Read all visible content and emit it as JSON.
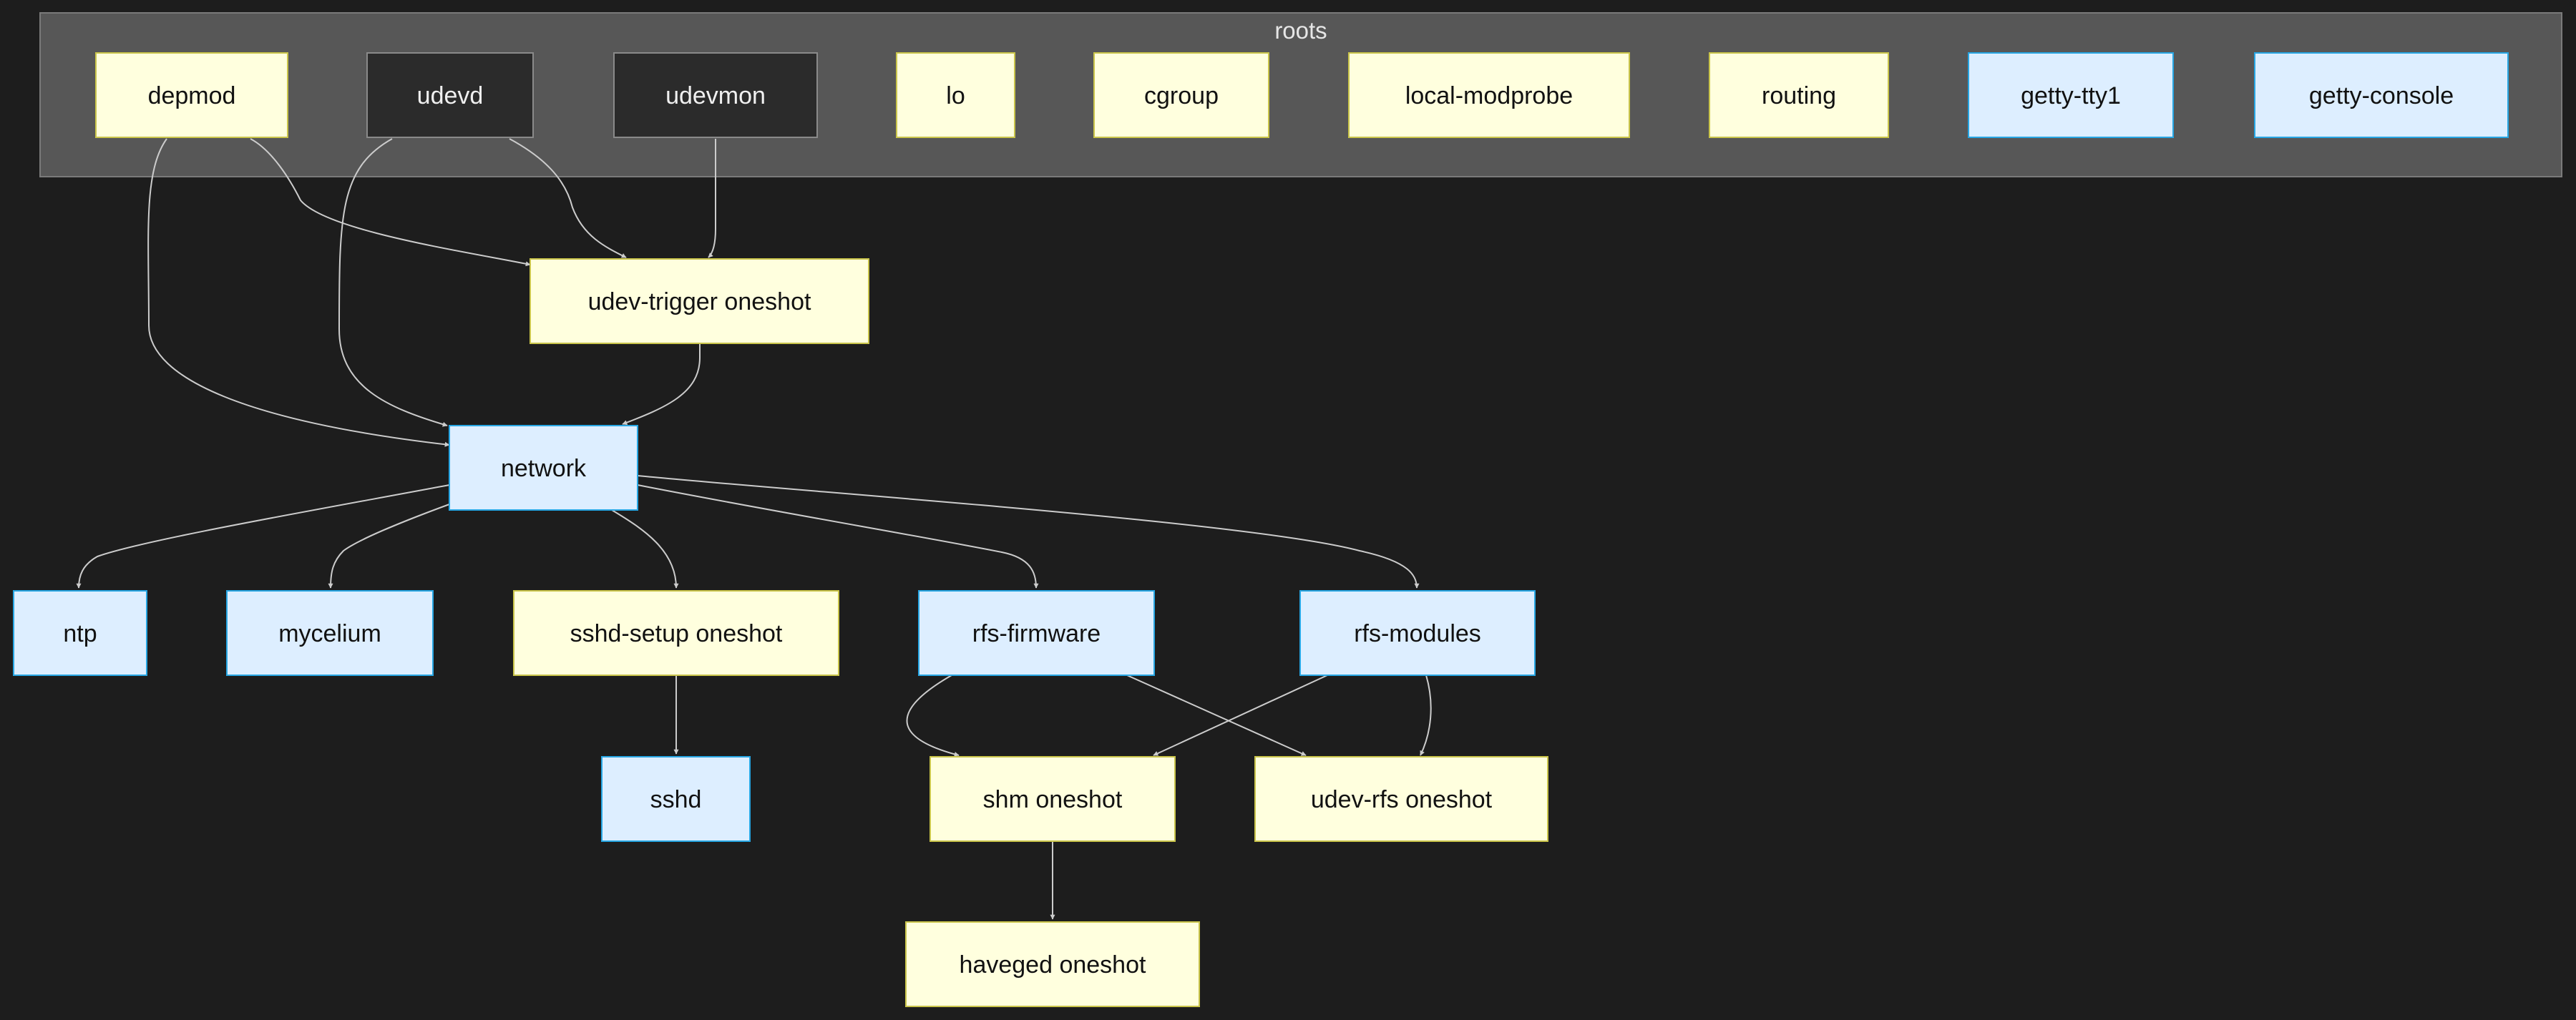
{
  "cluster": {
    "label": "roots"
  },
  "colors": {
    "background": "#1d1d1d",
    "cluster_fill": "#575757",
    "cluster_stroke": "#7a7a7a",
    "cluster_label": "#e6e6e6",
    "yellow_fill": "#ffffde",
    "yellow_stroke": "#c9c44a",
    "blue_fill": "#ddeeff",
    "blue_stroke": "#27a6e3",
    "dark_fill": "#2b2b2b",
    "dark_stroke": "#8a8a8a",
    "dark_text": "#f0f0f0",
    "node_text": "#111111",
    "edge": "#cccccc"
  },
  "nodes": [
    {
      "id": "depmod",
      "label": "depmod",
      "style": "yellow"
    },
    {
      "id": "udevd",
      "label": "udevd",
      "style": "dark"
    },
    {
      "id": "udevmon",
      "label": "udevmon",
      "style": "dark"
    },
    {
      "id": "lo",
      "label": "lo",
      "style": "yellow"
    },
    {
      "id": "cgroup",
      "label": "cgroup",
      "style": "yellow"
    },
    {
      "id": "local-modprobe",
      "label": "local-modprobe",
      "style": "yellow"
    },
    {
      "id": "routing",
      "label": "routing",
      "style": "yellow"
    },
    {
      "id": "getty-tty1",
      "label": "getty-tty1",
      "style": "blue"
    },
    {
      "id": "getty-console",
      "label": "getty-console",
      "style": "blue"
    },
    {
      "id": "udev-trigger",
      "label": "udev-trigger oneshot",
      "style": "yellow"
    },
    {
      "id": "network",
      "label": "network",
      "style": "blue"
    },
    {
      "id": "ntp",
      "label": "ntp",
      "style": "blue"
    },
    {
      "id": "mycelium",
      "label": "mycelium",
      "style": "blue"
    },
    {
      "id": "sshd-setup",
      "label": "sshd-setup oneshot",
      "style": "yellow"
    },
    {
      "id": "rfs-firmware",
      "label": "rfs-firmware",
      "style": "blue"
    },
    {
      "id": "rfs-modules",
      "label": "rfs-modules",
      "style": "blue"
    },
    {
      "id": "sshd",
      "label": "sshd",
      "style": "blue"
    },
    {
      "id": "shm",
      "label": "shm oneshot",
      "style": "yellow"
    },
    {
      "id": "udev-rfs",
      "label": "udev-rfs oneshot",
      "style": "yellow"
    },
    {
      "id": "haveged",
      "label": "haveged oneshot",
      "style": "yellow"
    }
  ],
  "edges": [
    {
      "from": "depmod",
      "to": "udev-trigger"
    },
    {
      "from": "udevd",
      "to": "udev-trigger"
    },
    {
      "from": "udevmon",
      "to": "udev-trigger"
    },
    {
      "from": "depmod",
      "to": "network"
    },
    {
      "from": "udevd",
      "to": "network"
    },
    {
      "from": "udev-trigger",
      "to": "network"
    },
    {
      "from": "network",
      "to": "ntp"
    },
    {
      "from": "network",
      "to": "mycelium"
    },
    {
      "from": "network",
      "to": "sshd-setup"
    },
    {
      "from": "network",
      "to": "rfs-firmware"
    },
    {
      "from": "network",
      "to": "rfs-modules"
    },
    {
      "from": "sshd-setup",
      "to": "sshd"
    },
    {
      "from": "rfs-firmware",
      "to": "shm"
    },
    {
      "from": "rfs-firmware",
      "to": "udev-rfs"
    },
    {
      "from": "rfs-modules",
      "to": "shm"
    },
    {
      "from": "rfs-modules",
      "to": "udev-rfs"
    },
    {
      "from": "shm",
      "to": "haveged"
    }
  ]
}
